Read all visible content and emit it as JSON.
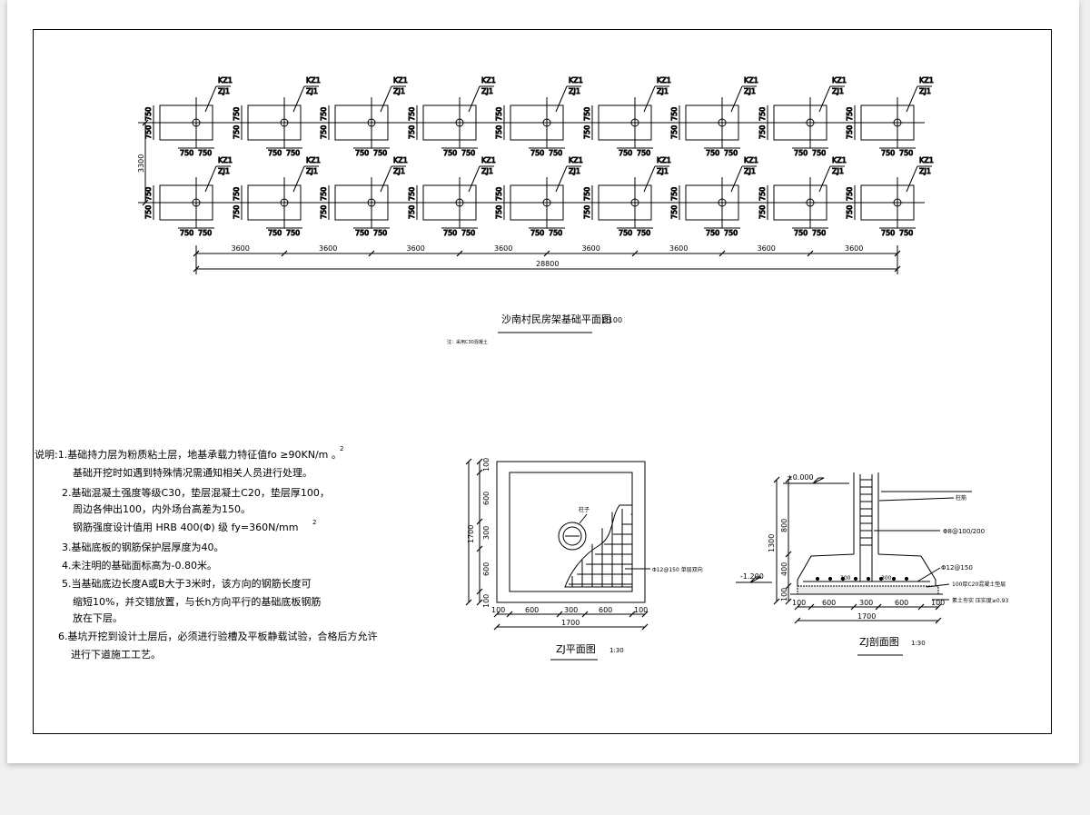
{
  "plan": {
    "title": "沙南村民房架基础平面图",
    "scale": "1:100",
    "note": "注：采用C30混凝土",
    "column_tag": "KZ1",
    "footing_tag": "ZJ1",
    "dim_750": "750",
    "dim_bay": "3600",
    "dim_row_spacing": "3300",
    "dim_total": "28800"
  },
  "notes": {
    "lines": [
      "说明:1.基础持力层为粉质粘土层，地基承载力特征值fo ≥90KN/m 。",
      "基础开挖时如遇到特殊情况需通知相关人员进行处理。",
      "2.基础混凝土强度等级C30，垫层混凝土C20，垫层厚100，",
      "周边各伸出100，内外场台高差为150。",
      "钢筋强度设计值用     HRB 400(Φ)    级  fy=360N/mm",
      "3.基础底板的钢筋保护层厚度为40。",
      "4.未注明的基础面标高为-0.80米。",
      "5.当基础底边长度A或B大于3米时，该方向的钢筋长度可",
      "缩短10%，并交错放置，与长h方向平行的基础底板钢筋",
      "放在下层。",
      "6.基坑开挖到设计土层后，必须进行验槽及平板静载试验，合格后方允许",
      "进行下道施工工艺。"
    ],
    "sup_1": "2",
    "sup_2": "2"
  },
  "zj_plan": {
    "title": "ZJ平面图",
    "scale": "1:30",
    "column_label": "柱子",
    "rebar_label": "Φ12@150 单层双向",
    "dims_bottom": [
      "100",
      "600",
      "300",
      "600",
      "100"
    ],
    "total_bottom": "1700",
    "dims_left": [
      "100",
      "600",
      "300",
      "600",
      "100"
    ],
    "total_left": "1700"
  },
  "zj_section": {
    "title": "ZJ剖面图",
    "scale": "1:30",
    "elev_top": "±0.000",
    "elev_bottom": "-1.200",
    "label_column": "柱筋",
    "label_stirrup": "Φ8@100/200",
    "label_rebar": "Φ12@150",
    "label_cushion": "100厚C20混凝土垫层",
    "label_soil": "素土夯实  压实度≥0.93",
    "dims_left": [
      "800",
      "400",
      "100"
    ],
    "total_left": "1300",
    "dims_bottom": [
      "100",
      "600",
      "300",
      "600",
      "100"
    ],
    "total_bottom": "1700",
    "dim_300a": "300",
    "dim_300b": "300"
  }
}
